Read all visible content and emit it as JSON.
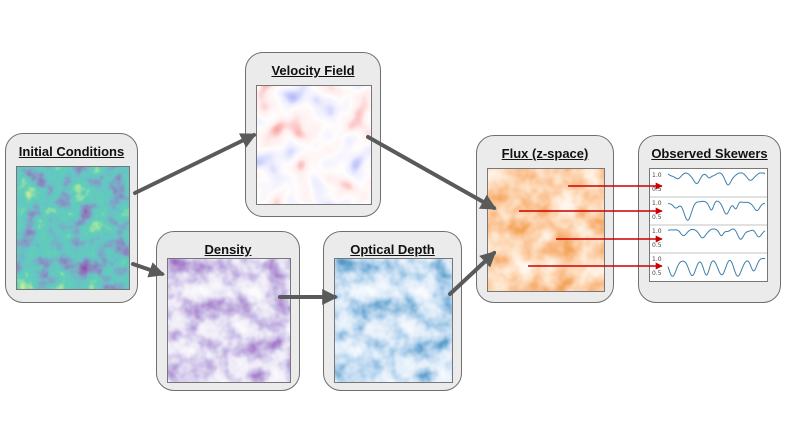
{
  "nodes": {
    "initial_conditions": {
      "label": "Initial Conditions"
    },
    "velocity_field": {
      "label": "Velocity Field"
    },
    "density": {
      "label": "Density"
    },
    "optical_depth": {
      "label": "Optical Depth"
    },
    "flux": {
      "label": "Flux (z-space)"
    },
    "observed_skewers": {
      "label": "Observed Skewers",
      "skewers": [
        {
          "ticks": [
            "1.0",
            "0.5"
          ]
        },
        {
          "ticks": [
            "1.0",
            "0.5"
          ]
        },
        {
          "ticks": [
            "1.0",
            "0.5"
          ]
        },
        {
          "ticks": [
            "1.0",
            "0.5"
          ]
        }
      ]
    }
  },
  "colors": {
    "box_fill": "#ebebeb",
    "flow_arrow": "#5a5a5a",
    "skewer_arrow": "#cc0000",
    "skewer_line": "#3f7fa8"
  }
}
